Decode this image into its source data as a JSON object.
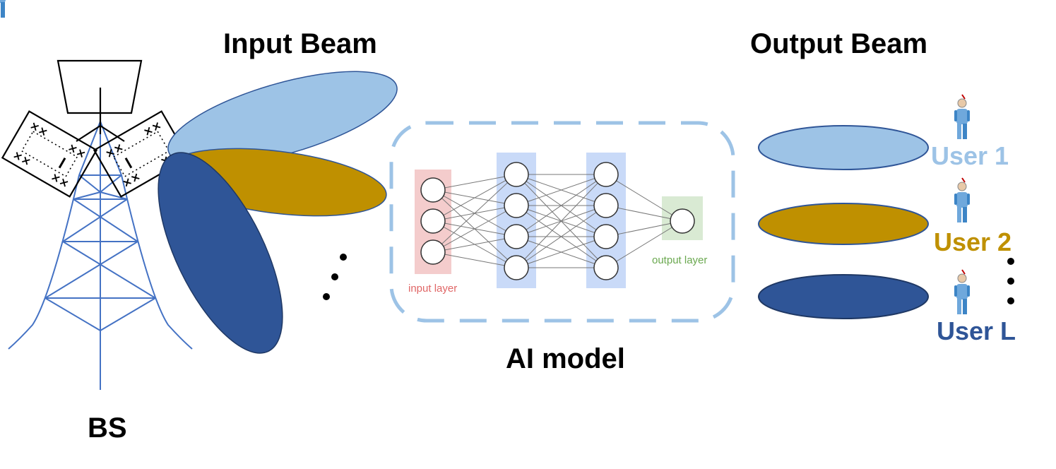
{
  "labels": {
    "input_beam": "Input Beam",
    "output_beam": "Output Beam",
    "ai_model": "AI model",
    "bs": "BS"
  },
  "nn": {
    "input_layer": "input layer",
    "output_layer": "output layer",
    "layers": [
      3,
      4,
      4,
      1
    ]
  },
  "users": [
    {
      "label": "User 1",
      "color": "#9dc3e6"
    },
    {
      "label": "User 2",
      "color": "#bf9000"
    },
    {
      "label": "User L",
      "color": "#2f5597"
    }
  ],
  "colors": {
    "beam_light": "#9dc3e6",
    "beam_gold": "#bf9000",
    "beam_dark": "#2f5597",
    "tower": "#4472c4",
    "ai_box": "#9dc3e6"
  }
}
